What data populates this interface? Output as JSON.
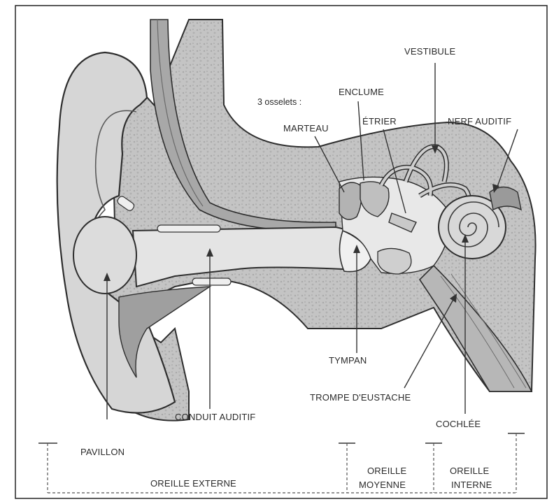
{
  "labels": {
    "vestibule": "VESTIBULE",
    "osselets": "3 osselets :",
    "enclume": "ENCLUME",
    "marteau": "MARTEAU",
    "etrier": "ÉTRIER",
    "nerf_auditif": "NERF AUDITIF",
    "tympan": "TYMPAN",
    "trompe": "TROMPE D'EUSTACHE",
    "conduit": "CONDUIT AUDITIF",
    "cochlee": "COCHLÉE",
    "pavillon": "PAVILLON"
  },
  "zones": {
    "externe": "OREILLE EXTERNE",
    "moyenne_1": "OREILLE",
    "moyenne_2": "MOYENNE",
    "interne_1": "OREILLE",
    "interne_2": "INTERNE"
  },
  "colors": {
    "bone": "#bdbdbd",
    "flesh": "#d9d9d9",
    "canal": "#e6e6e6",
    "outline": "#2e2e2e"
  }
}
